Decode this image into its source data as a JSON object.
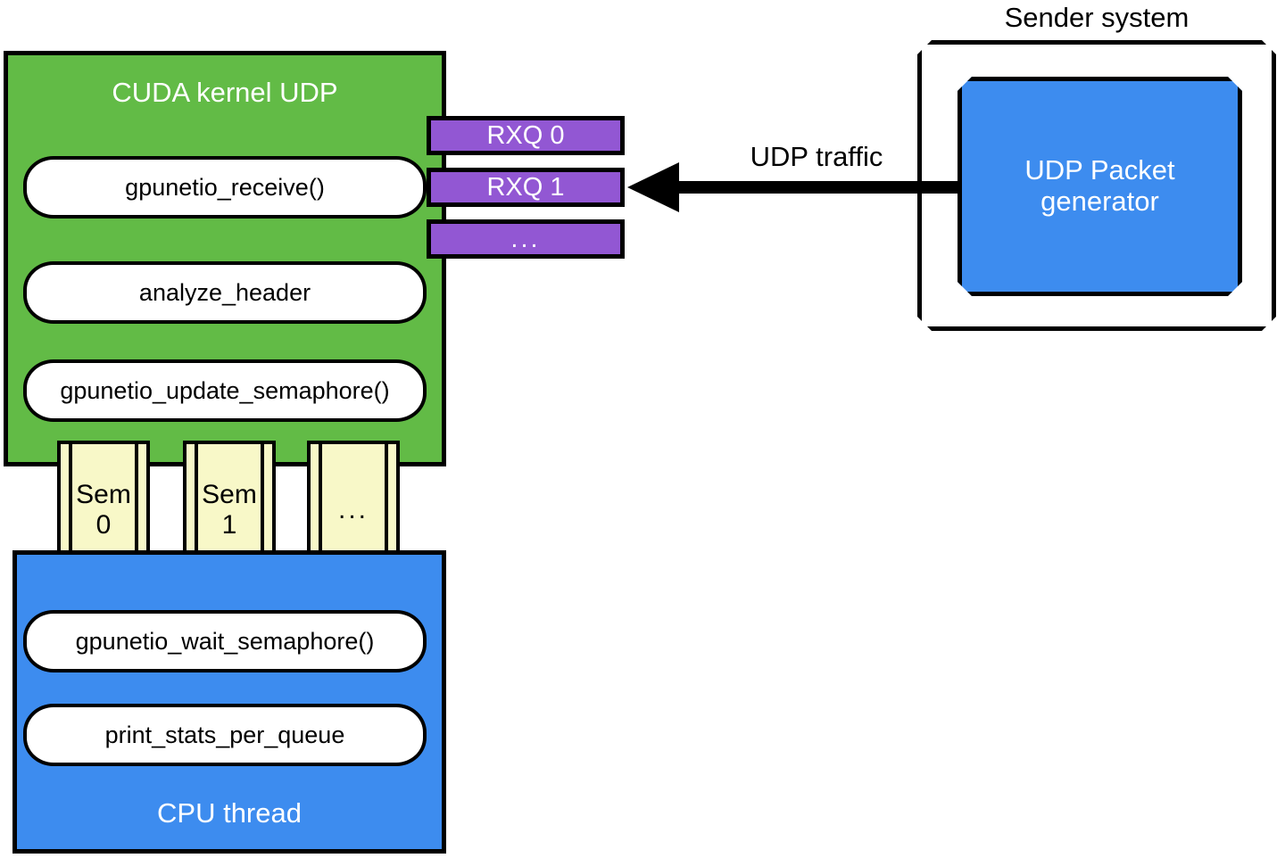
{
  "diagram": {
    "title_hidden": "GPUNetIO UDP receive pipeline",
    "colors": {
      "cuda_green": "#62bb46",
      "cpu_blue": "#3d8cef",
      "queue_purple": "#9257d3",
      "semaphore_yellow": "#f8f8c8",
      "outline_black": "#000000",
      "background_white": "#ffffff"
    }
  },
  "cuda_kernel": {
    "title": "CUDA kernel UDP",
    "nodes": [
      {
        "label": "gpunetio_receive()"
      },
      {
        "label": "analyze_header"
      },
      {
        "label": "gpunetio_update_semaphore()"
      }
    ]
  },
  "queues": {
    "items": [
      {
        "label": "RXQ 0"
      },
      {
        "label": "RXQ 1"
      },
      {
        "label": "..."
      }
    ]
  },
  "semaphores": {
    "items": [
      {
        "line1": "Sem",
        "line2": "0"
      },
      {
        "line1": "Sem",
        "line2": "1"
      },
      {
        "line1": "...",
        "line2": ""
      }
    ]
  },
  "cpu_thread": {
    "title": "CPU thread",
    "nodes": [
      {
        "label": "gpunetio_wait_semaphore()"
      },
      {
        "label": "print_stats_per_queue"
      }
    ]
  },
  "sender": {
    "title": "Sender system",
    "generator": {
      "line1": "UDP Packet",
      "line2": "generator"
    }
  },
  "flow": {
    "arrow_label": "UDP traffic",
    "arrow_direction": "right-to-left"
  }
}
